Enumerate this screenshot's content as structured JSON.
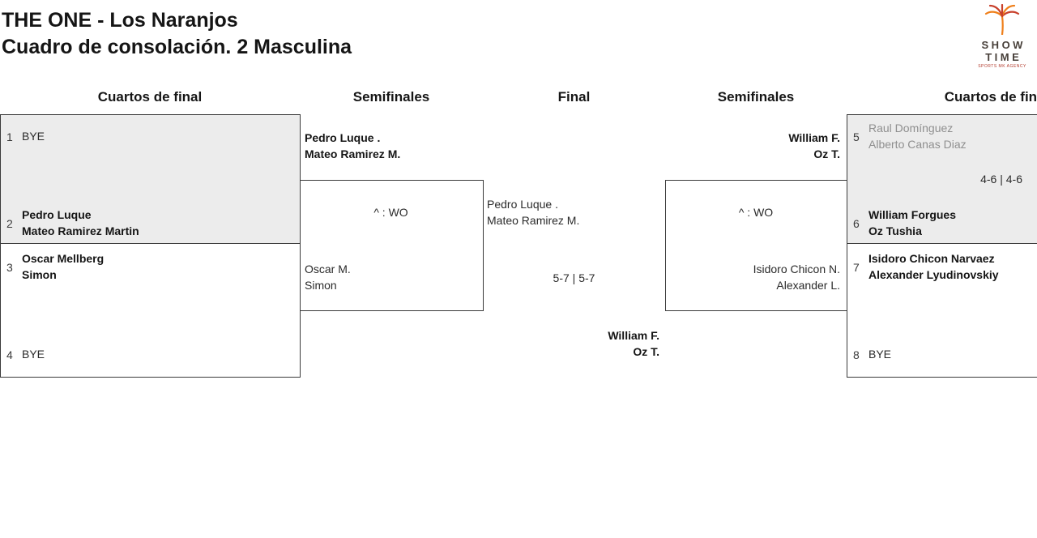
{
  "header": {
    "title": "THE ONE - Los Naranjos",
    "subtitle": "Cuadro de consolación. 2 Masculina"
  },
  "logo": {
    "word1": "SHOW",
    "word2": "TIME",
    "tagline": "SPORTS MK AGENCY"
  },
  "rounds": {
    "left_quarters": "Cuartos de final",
    "left_semifinals": "Semifinales",
    "final": "Final",
    "right_semifinals": "Semifinales",
    "right_quarters": "Cuartos de final"
  },
  "left_quarters": {
    "match1": {
      "top_seed": "1",
      "top_name": "BYE",
      "bottom_seed": "2",
      "bottom_name1": "Pedro Luque",
      "bottom_name2": "Mateo Ramirez Martin"
    },
    "match2": {
      "top_seed": "3",
      "top_name1": "Oscar Mellberg",
      "top_name2": "Simon",
      "bottom_seed": "4",
      "bottom_name": "BYE"
    }
  },
  "left_semifinal": {
    "winner_name1": "Pedro Luque .",
    "winner_name2": "Mateo Ramirez M.",
    "score": "^ : WO",
    "loser_name1": "Oscar M.",
    "loser_name2": "Simon"
  },
  "final": {
    "top_name1": "Pedro Luque .",
    "top_name2": "Mateo Ramirez M.",
    "score": "5-7 | 5-7",
    "winner_name1": "William F.",
    "winner_name2": "Oz T."
  },
  "right_semifinal": {
    "winner_name1": "William F.",
    "winner_name2": "Oz T.",
    "score": "^ : WO",
    "loser_name1": "Isidoro Chicon N.",
    "loser_name2": "Alexander L."
  },
  "right_quarters": {
    "match1": {
      "top_seed": "5",
      "top_name1": "Raul Domínguez",
      "top_name2": "Alberto Canas Diaz",
      "score": "4-6 | 4-6",
      "bottom_seed": "6",
      "bottom_name1": "William Forgues",
      "bottom_name2": "Oz Tushia"
    },
    "match2": {
      "top_seed": "7",
      "top_name1": "Isidoro Chicon Narvaez",
      "top_name2": "Alexander Lyudinovskiy",
      "bottom_seed": "8",
      "bottom_name": "BYE"
    }
  }
}
